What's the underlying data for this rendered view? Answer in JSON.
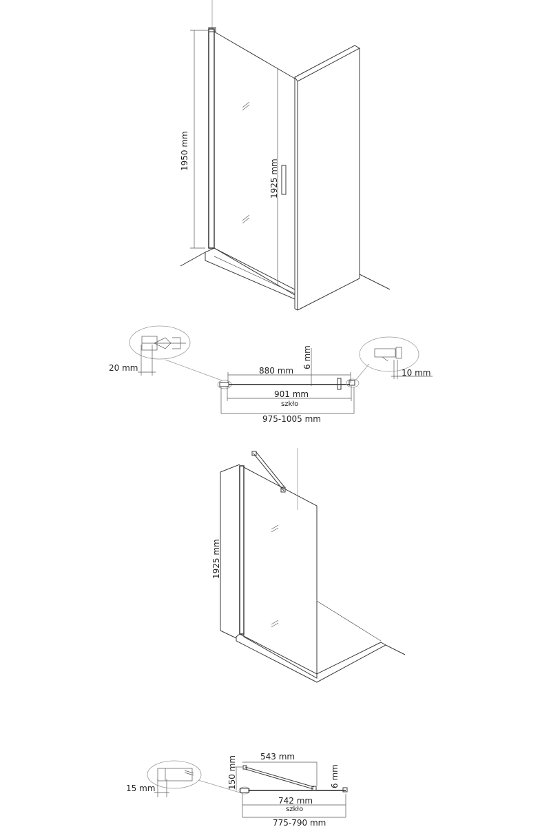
{
  "drawings": {
    "door_iso": {
      "height_total": "1950 mm",
      "height_door": "1925 mm"
    },
    "door_plan": {
      "detail_left": "20 mm",
      "detail_right": "10 mm",
      "door_width": "880 mm",
      "glass_thickness": "6 mm",
      "glass_width": "901 mm",
      "glass_label": "szkło",
      "total_range": "975-1005 mm"
    },
    "panel_iso": {
      "height": "1925 mm"
    },
    "panel_plan": {
      "detail_left": "15 mm",
      "arm_length": "543  mm",
      "arm_offset": "150 mm",
      "glass_thickness": "6 mm",
      "glass_width": "742 mm",
      "glass_label": "szkło",
      "total_range": "775-790 mm"
    }
  }
}
